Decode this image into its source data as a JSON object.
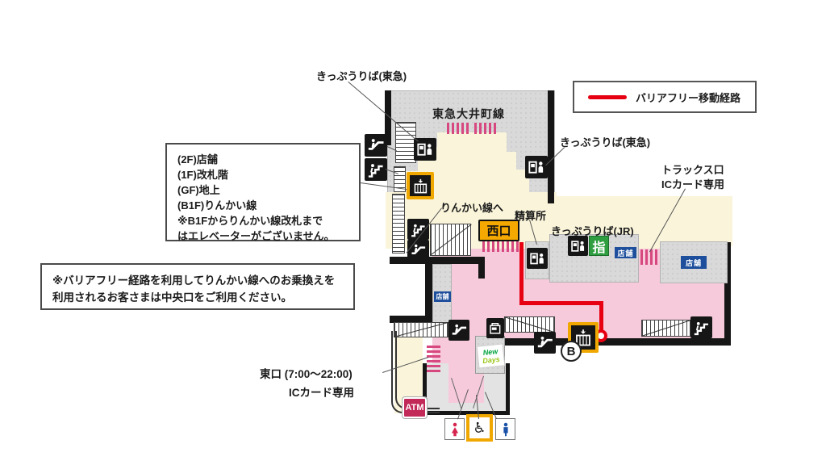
{
  "legend": {
    "route_label": "バリアフリー移動経路"
  },
  "station": {
    "tokyu_line": "東急大井町線",
    "ticket_office_tokyu_top": "きっぷうりば(東急)",
    "ticket_office_tokyu_right": "きっぷうりば(東急)",
    "rinkai_to": "りんかい線へ",
    "fare_adjustment": "精算所",
    "ticket_office_jr": "きっぷうりば(JR)",
    "tracks_exit": "トラックス口",
    "tracks_exit_note": "ICカード専用",
    "west_exit": "西口",
    "east_exit": "東口 (7:00～22:00)",
    "east_exit_note": "ICカード専用",
    "reserved_seat": "指",
    "shop": "店舗",
    "atm": "ATM",
    "exit_b": "B",
    "newdays_top": "New",
    "newdays_bottom": "Days"
  },
  "floor_info": {
    "lines": [
      "(2F)店舗",
      "(1F)改札階",
      "(GF)地上",
      "(B1F)りんかい線",
      "※B1Fからりんかい線改札まで",
      "はエレベーターがございません。"
    ]
  },
  "note": {
    "lines": [
      "※バリアフリー経路を利用してりんかい線へのお乗換えを",
      "利用されるお客さまは中央口をご利用ください。"
    ]
  },
  "icons": {
    "wheelchair": "♿"
  },
  "colors": {
    "route_red": "#e60012",
    "concourse_cream": "#faf5da",
    "paid_area_pink": "#f6cadb",
    "gate_pink": "#d6487f",
    "west_exit_orange": "#f5a800",
    "elevator_yellow": "#f0a800",
    "shop_blue": "#1d4f9c",
    "reserved_green": "#2f9e41",
    "atm_magenta": "#c22958"
  }
}
